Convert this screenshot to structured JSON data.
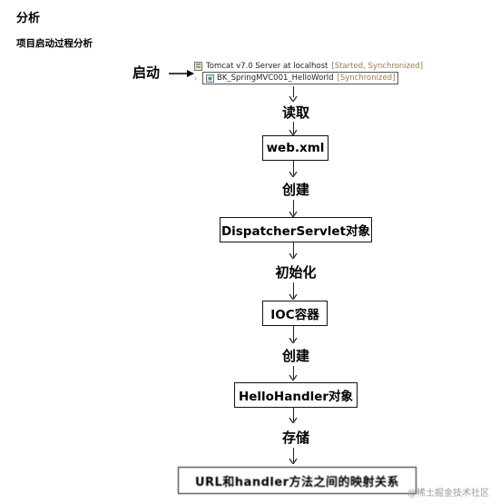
{
  "heading": "分析",
  "subheading": "项目启动过程分析",
  "start_label": "启动",
  "server": {
    "name": "Tomcat v7.0 Server at localhost",
    "status": "[Started, Synchronized]"
  },
  "project": {
    "name": "BK_SpringMVC001_HelloWorld",
    "status": "[Synchronized]"
  },
  "steps": [
    "读取",
    "创建",
    "初始化",
    "创建",
    "存储"
  ],
  "nodes": [
    "web.xml",
    "DispatcherServlet对象",
    "IOC容器",
    "HelloHandler对象",
    "URL和handler方法之间的映射关系"
  ],
  "watermark": "@稀土掘金技术社区"
}
